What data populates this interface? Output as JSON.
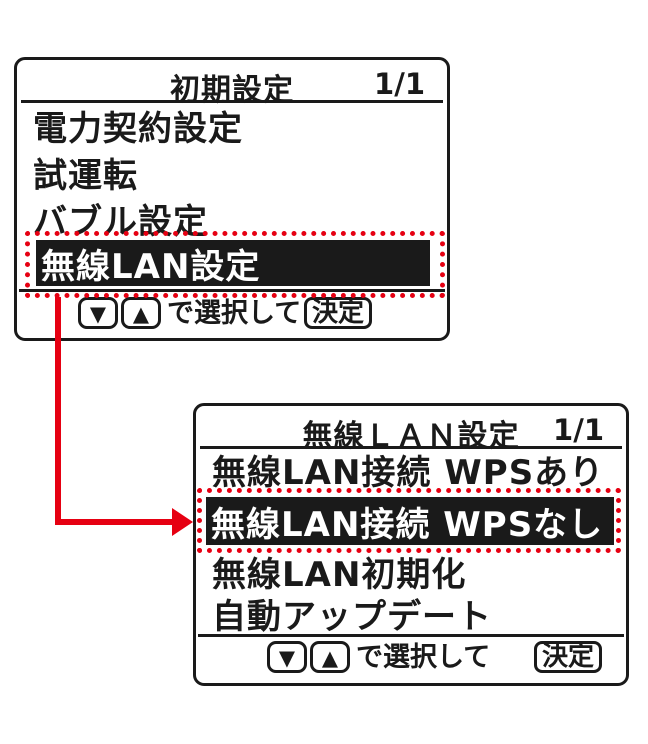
{
  "colors": {
    "annotation_red": "#e60012",
    "lcd_dark": "#1a1a1a",
    "selected_text": "#ffffff"
  },
  "icons": {
    "down": "▼",
    "up": "▲"
  },
  "screen1": {
    "title": "初期設定",
    "page_indicator": "1/1",
    "items": [
      {
        "label": "電力契約設定",
        "selected": false
      },
      {
        "label": "試運転",
        "selected": false
      },
      {
        "label": "バブル設定",
        "selected": false
      },
      {
        "label": "無線LAN設定",
        "selected": true
      }
    ],
    "footer_hint": "で選択して",
    "enter_label": "決定"
  },
  "screen2": {
    "title": "無線ＬＡＮ設定",
    "page_indicator": "1/1",
    "items": [
      {
        "label": "無線LAN接続 WPSあり",
        "selected": false
      },
      {
        "label": "無線LAN接続 WPSなし",
        "selected": true
      },
      {
        "label": "無線LAN初期化",
        "selected": false
      },
      {
        "label": "自動アップデート",
        "selected": false
      }
    ],
    "footer_hint": "で選択して",
    "enter_label": "決定"
  }
}
